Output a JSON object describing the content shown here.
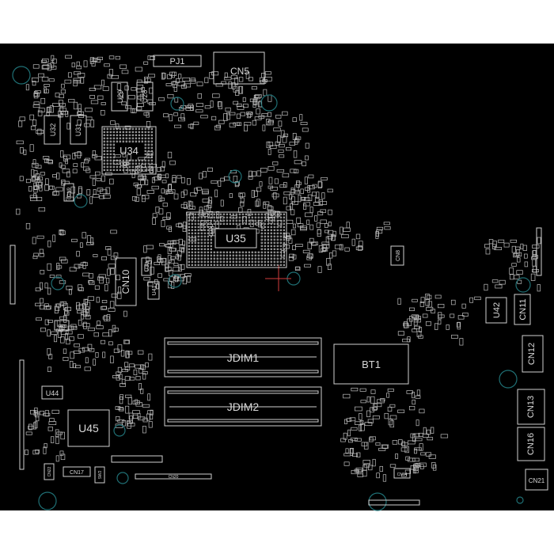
{
  "board": {
    "background": "#000000",
    "outline_color": "#c8c8c8",
    "mount_hole_color": "#1f6f74",
    "crosshair_color": "#d23c3c",
    "component_color": "#cfcfcf"
  },
  "labels": {
    "pj1": "PJ1",
    "cn5": "CN5",
    "u28": "U28",
    "u29": "U29",
    "u32": "U32",
    "u31": "U31",
    "u34": "U34",
    "u35": "U35",
    "cn10": "CN10",
    "u33": "U33",
    "u41": "U41",
    "cn8": "CN8",
    "u42": "U42",
    "cn11": "CN11",
    "cn12": "CN12",
    "jdim1": "JDIM1",
    "jdim2": "JDIM2",
    "bt1": "BT1",
    "cn13": "CN13",
    "cn16": "CN16",
    "cn21": "CN21",
    "u44": "U44",
    "u45": "U45",
    "cn17": "CN17",
    "cn20": "CN20",
    "cn9": "CN9",
    "sw1": "SW1",
    "cn14": "CN14",
    "sw2": "SW2",
    "cn22": "CN22"
  }
}
